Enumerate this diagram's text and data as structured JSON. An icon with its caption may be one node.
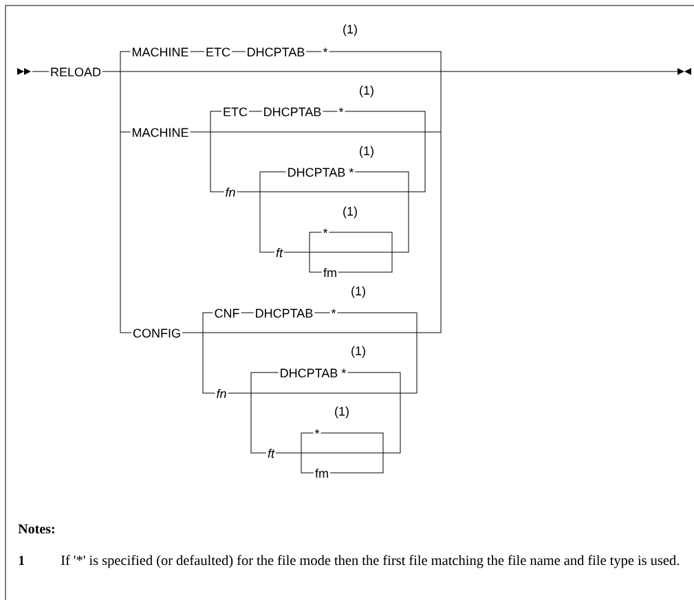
{
  "diagram": {
    "labels": [
      "(1)",
      "MACHINE",
      "ETC",
      "DHCPTAB",
      "*",
      "RELOAD",
      "(1)",
      "ETC",
      "DHCPTAB",
      "*",
      "MACHINE",
      "(1)",
      "DHCPTAB *",
      "fn",
      "(1)",
      "*",
      "ft",
      "fm",
      "(1)",
      "CNF",
      "DHCPTAB",
      "*",
      "CONFIG",
      "(1)",
      "DHCPTAB *",
      "fn",
      "(1)",
      "*",
      "ft",
      "fm",
      "Notes:",
      "1",
      "If '*' is specified (or defaulted) for the file mode then the first file matching the file name and file type is used."
    ]
  }
}
